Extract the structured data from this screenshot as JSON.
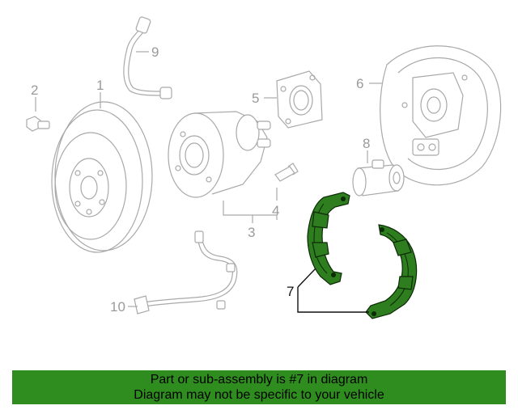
{
  "callouts": {
    "c1": "1",
    "c2": "2",
    "c3": "3",
    "c4": "4",
    "c5": "5",
    "c6": "6",
    "c7": "7",
    "c8": "8",
    "c9": "9",
    "c10": "10"
  },
  "highlight_color": "#2f8d1f",
  "banner": {
    "line1": "Part or sub-assembly is #7 in diagram",
    "line2": "Diagram may not be specific to your vehicle"
  }
}
